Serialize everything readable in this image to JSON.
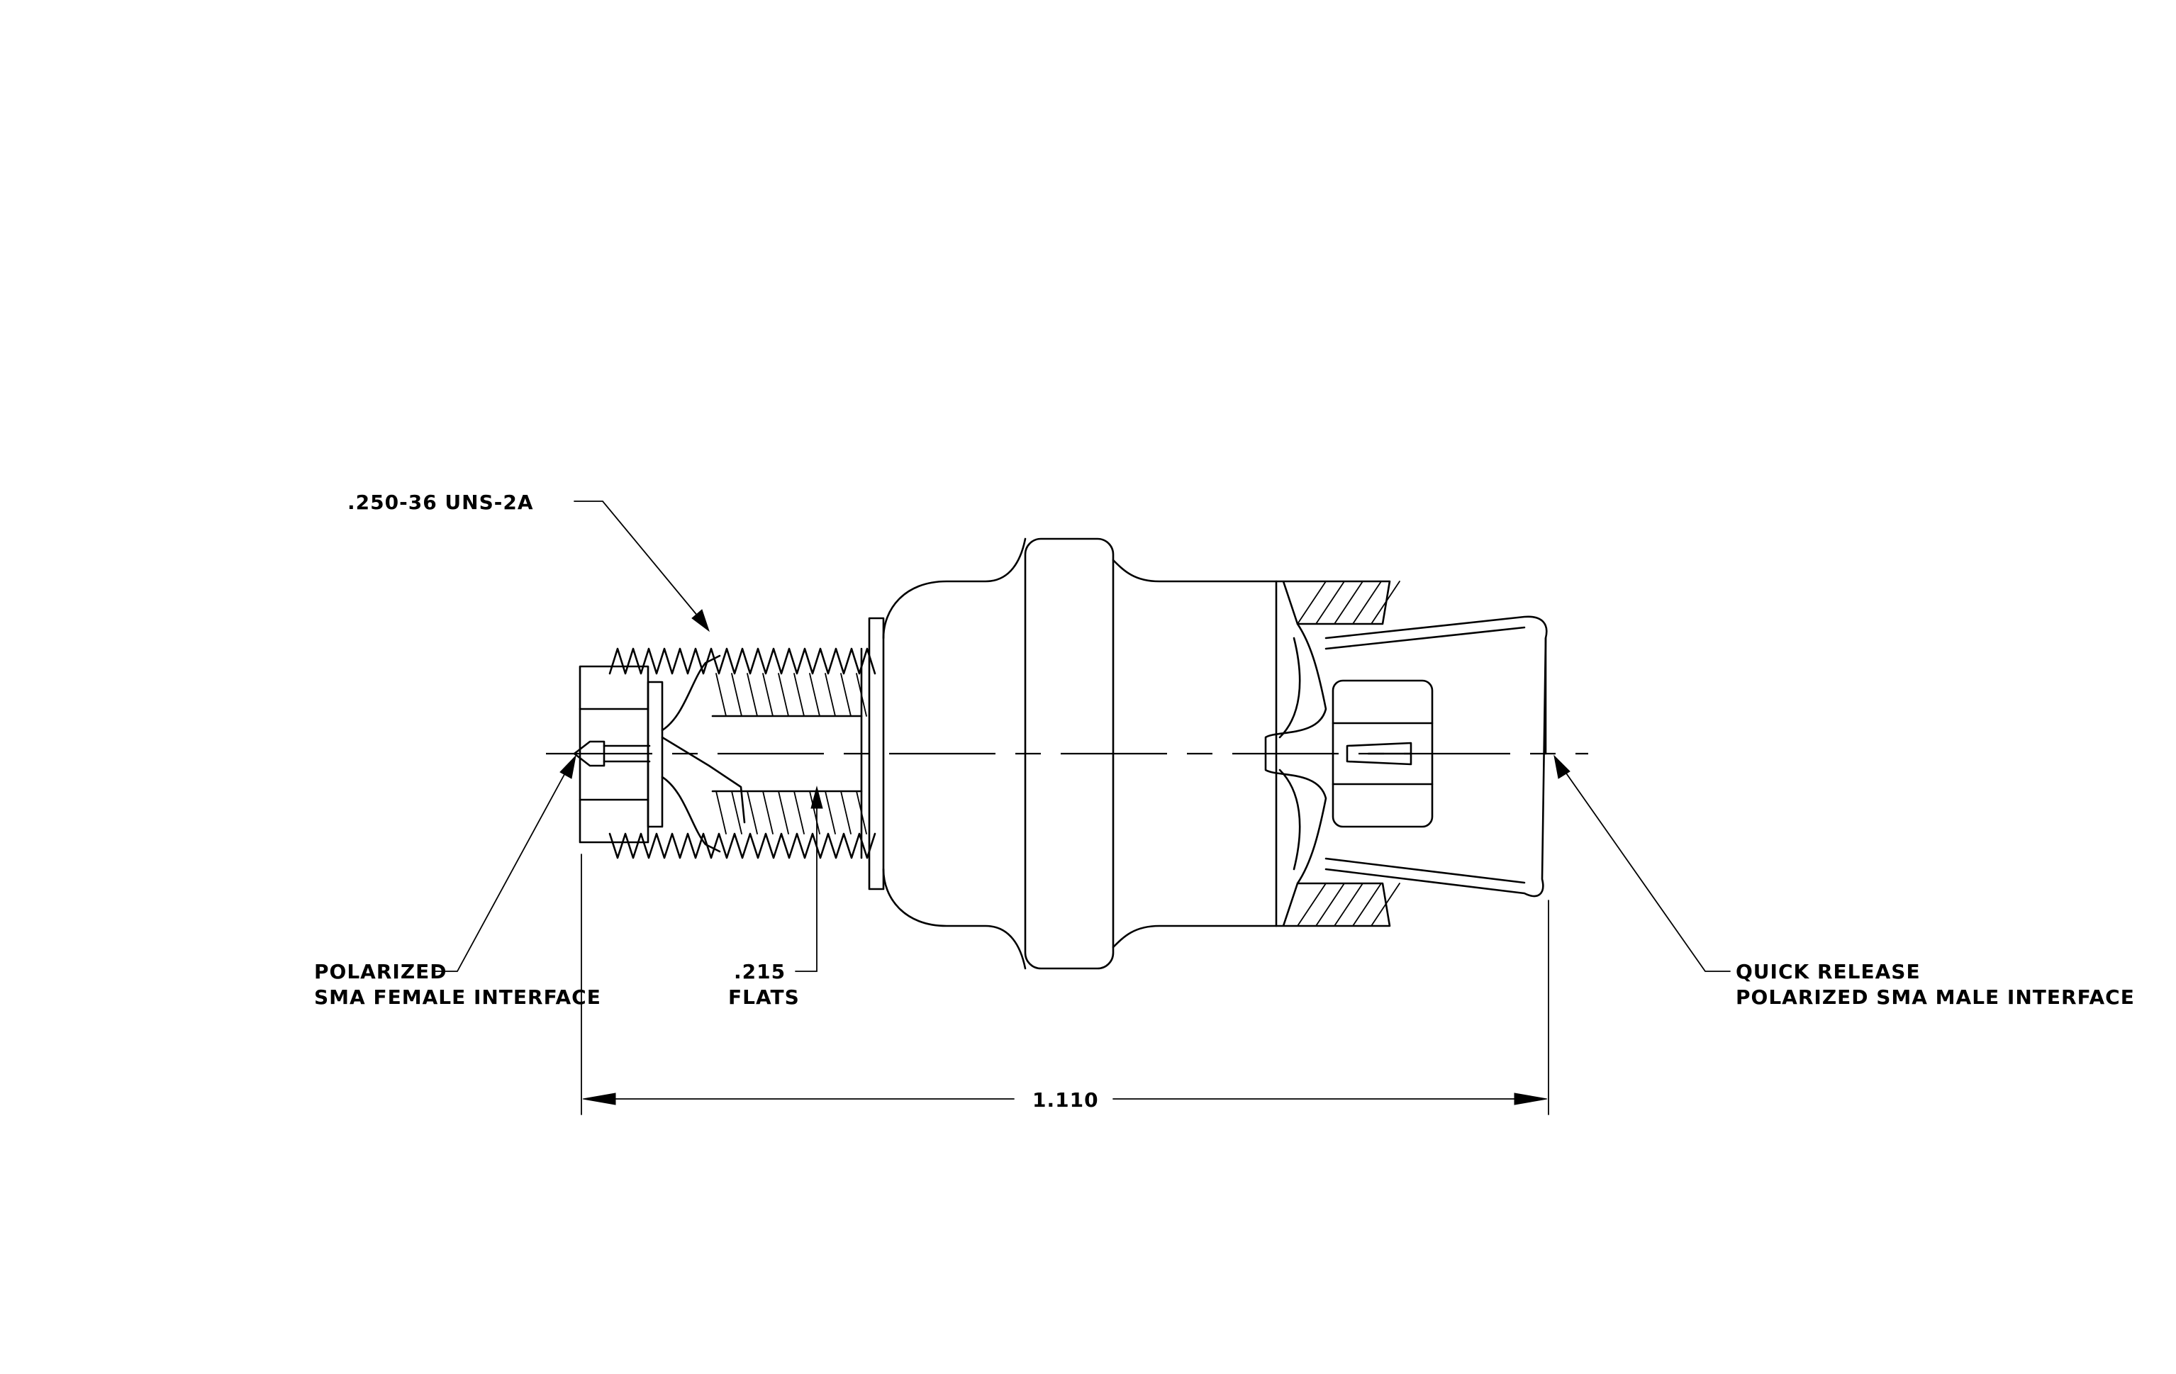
{
  "callouts": {
    "thread_spec": ".250-36 UNS-2A",
    "female_interface_line1": "POLARIZED",
    "female_interface_line2": "SMA FEMALE INTERFACE",
    "flats_value": ".215",
    "flats_label": "FLATS",
    "male_interface_line1": "QUICK RELEASE",
    "male_interface_line2": "POLARIZED SMA MALE INTERFACE"
  },
  "dimensions": {
    "overall_length": "1.110"
  },
  "colors": {
    "line": "#000000",
    "background": "#ffffff"
  }
}
